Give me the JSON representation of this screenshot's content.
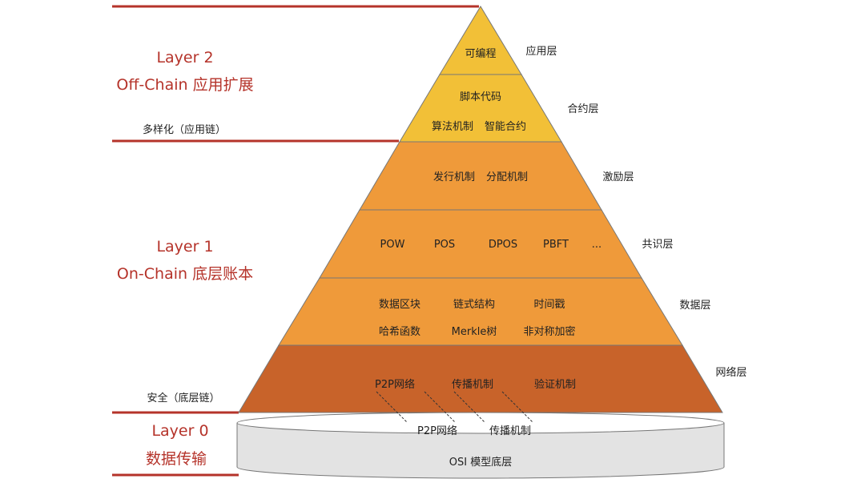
{
  "layers_left": {
    "layer2_title": "Layer 2",
    "layer2_sub": "Off-Chain 应用扩展",
    "layer2_note": "多样化（应用链）",
    "layer1_title": "Layer 1",
    "layer1_sub": "On-Chain  底层账本",
    "layer0_note": "安全（底层链）",
    "layer0_title": "Layer 0",
    "layer0_sub": "数据传输"
  },
  "tiers": {
    "app": {
      "label": "应用层",
      "items": [
        "可编程"
      ]
    },
    "contract": {
      "label": "合约层",
      "row1": [
        "脚本代码"
      ],
      "row2": [
        "算法机制",
        "智能合约"
      ]
    },
    "incentive": {
      "label": "激励层",
      "items": [
        "发行机制",
        "分配机制"
      ]
    },
    "consensus": {
      "label": "共识层",
      "items": [
        "POW",
        "POS",
        "DPOS",
        "PBFT",
        "..."
      ]
    },
    "data": {
      "label": "数据层",
      "row1": [
        "数据区块",
        "链式结构",
        "时间戳"
      ],
      "row2": [
        "哈希函数",
        "Merkle树",
        "非对称加密"
      ]
    },
    "network": {
      "label": "网络层",
      "items": [
        "P2P网络",
        "传播机制",
        "验证机制"
      ]
    }
  },
  "base": {
    "top_items": [
      "P2P网络",
      "传播机制"
    ],
    "label": "OSI 模型底层"
  },
  "colors": {
    "accent_red": "#b5332a",
    "tier_app": "#f2c037",
    "tier_contract": "#f2c037",
    "tier_mid": "#ef9a3a",
    "tier_network": "#c8632a",
    "base_fill": "#e3e3e3"
  }
}
